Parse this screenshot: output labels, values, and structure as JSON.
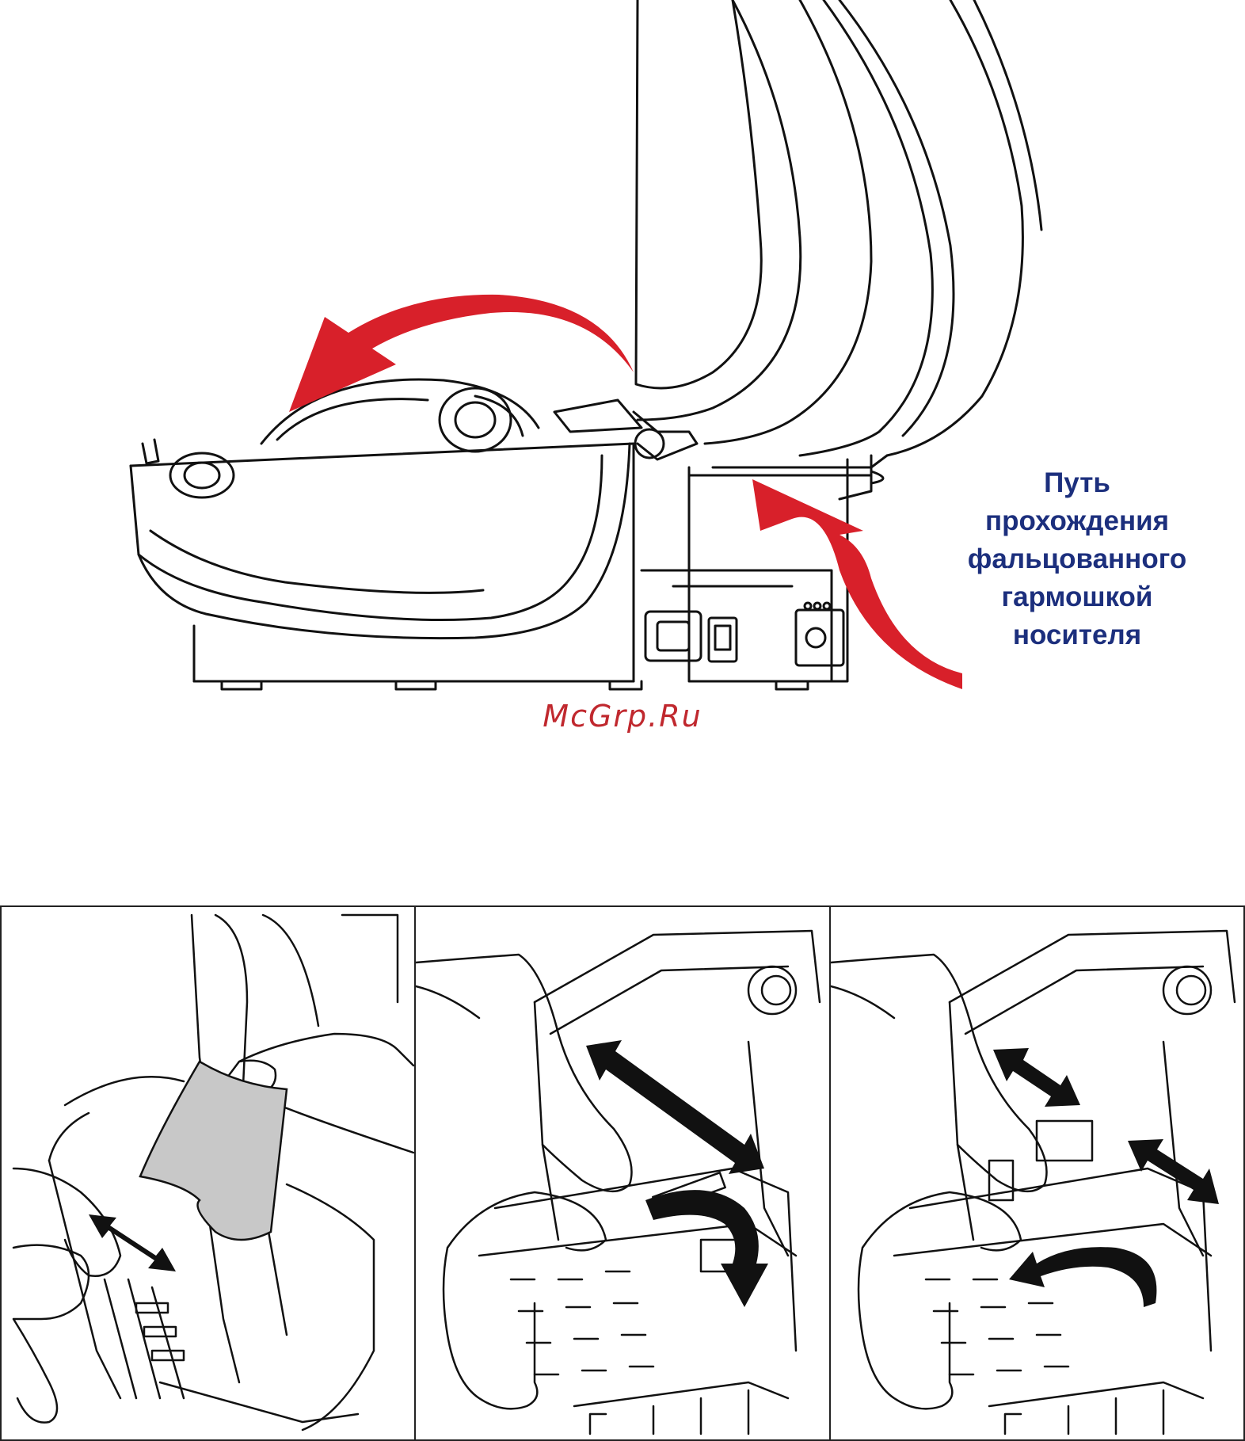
{
  "caption": {
    "lines": [
      "Путь",
      "прохождения",
      "фальцованного",
      "гармошкой",
      "носителя"
    ],
    "color": "#1c2f7d"
  },
  "watermark": {
    "text": "McGrp.Ru",
    "color": "#c0282e"
  },
  "arrows": {
    "red": "#d8202a",
    "black": "#111111"
  },
  "media_fill": "#c8c8c8",
  "panels": [
    {
      "id": "panel-1",
      "icons": [
        "hand-icon",
        "media-sheet-icon",
        "double-arrow-icon"
      ]
    },
    {
      "id": "panel-2",
      "icons": [
        "hand-icon",
        "double-arrow-icon",
        "curved-arrow-icon"
      ]
    },
    {
      "id": "panel-3",
      "icons": [
        "hand-icon",
        "converging-arrows-icon",
        "curved-arrow-icon"
      ]
    }
  ]
}
